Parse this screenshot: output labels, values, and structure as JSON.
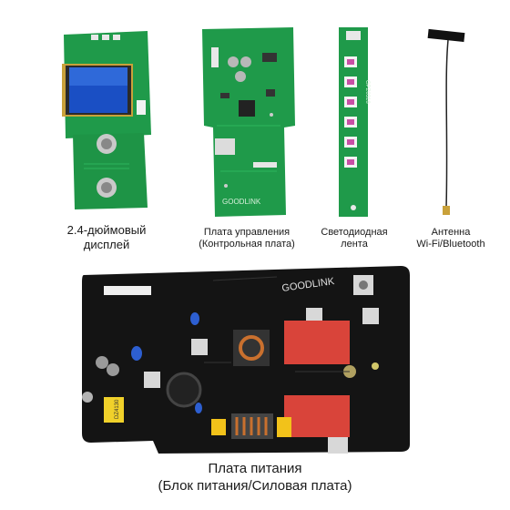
{
  "captions": {
    "display": [
      "2.4-дюймовый",
      "дисплей"
    ],
    "control_board": [
      "Плата управления",
      "(Контрольная плата)"
    ],
    "led_strip": [
      "Светодиодная",
      "лента"
    ],
    "antenna": [
      "Антенна",
      "Wi-Fi/Bluetooth"
    ],
    "power_board": [
      "Плата питания",
      "(Блок питания/Силовая плата)"
    ]
  },
  "board_markings": {
    "brand": "GOODLINK",
    "power_board_brand": "GOODLINK",
    "led_strip_code": "GPZ0318",
    "transformer_code": "DZ4130"
  },
  "colors": {
    "pcb_green": "#1f9a4a",
    "pcb_black": "#141414",
    "relay_red": "#d9443a",
    "background": "#ffffff"
  }
}
